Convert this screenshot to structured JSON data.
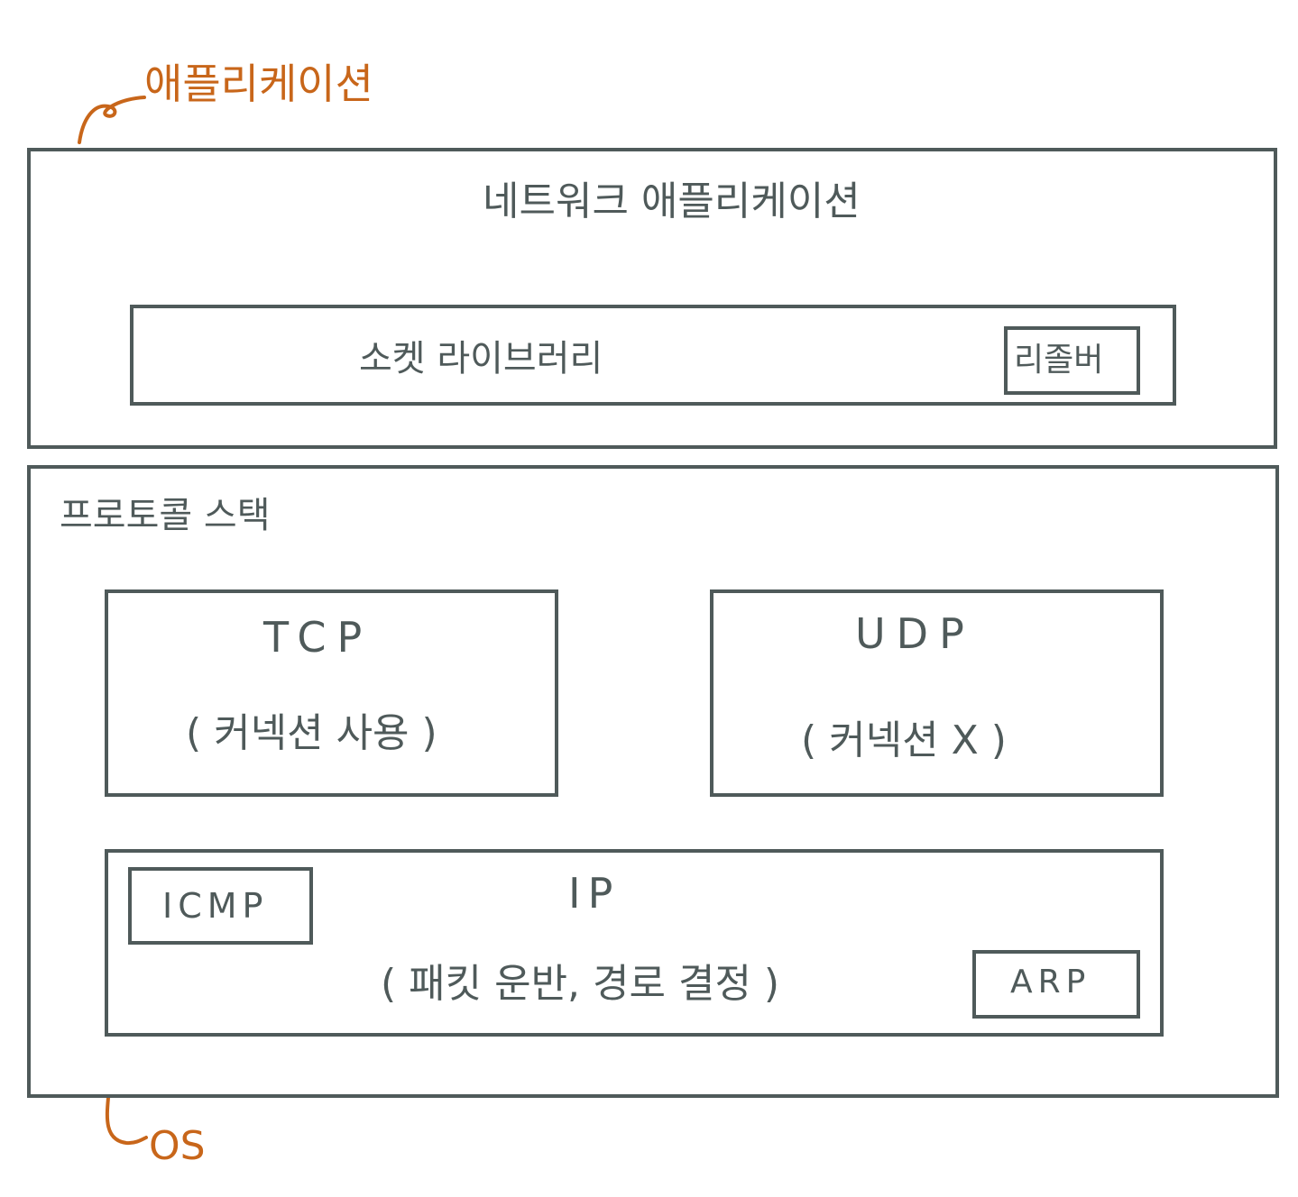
{
  "annotations": {
    "application": "애플리케이션",
    "os": "OS"
  },
  "application_layer": {
    "title": "네트워크 애플리케이션",
    "socket_library": {
      "label": "소켓 라이브러리",
      "resolver": "리졸버"
    }
  },
  "protocol_stack": {
    "title": "프로토콜 스택",
    "tcp": {
      "name": "TCP",
      "desc": "( 커넥션 사용 )"
    },
    "udp": {
      "name": "UDP",
      "desc": "( 커넥션 X )"
    },
    "ip": {
      "name": "IP",
      "desc": "( 패킷 운반, 경로 결정 )",
      "icmp": "ICMP",
      "arp": "ARP"
    }
  },
  "colors": {
    "stroke": "#4f5a5a",
    "annotation": "#c8661a"
  }
}
